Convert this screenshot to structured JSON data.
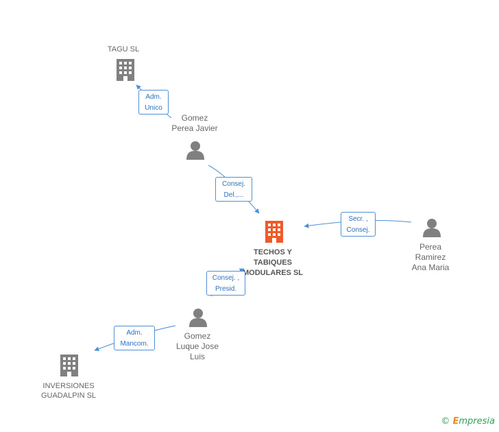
{
  "nodes": {
    "tagu": {
      "label": "TAGU SL"
    },
    "gomez_perea": {
      "label_line1": "Gomez",
      "label_line2": "Perea Javier"
    },
    "techos": {
      "label_line1": "TECHOS Y",
      "label_line2": "TABIQUES",
      "label_line3": "MODULARES SL"
    },
    "perea_ramirez": {
      "label_line1": "Perea",
      "label_line2": "Ramirez",
      "label_line3": "Ana Maria"
    },
    "gomez_luque": {
      "label_line1": "Gomez",
      "label_line2": "Luque Jose",
      "label_line3": "Luis"
    },
    "inversiones": {
      "label_line1": "INVERSIONES",
      "label_line2": "GUADALPIN SL"
    }
  },
  "relations": {
    "adm_unico": {
      "line1": "Adm.",
      "line2": "Unico"
    },
    "consej_del": {
      "line1": "Consej.",
      "line2": "Del.,..."
    },
    "secr_consej": {
      "line1": "Secr. ,",
      "line2": "Consej."
    },
    "consej_presid": {
      "line1": "Consej. ,",
      "line2": "Presid."
    },
    "adm_mancom": {
      "line1": "Adm.",
      "line2": "Mancom."
    }
  },
  "colors": {
    "edge": "#4f8fd6",
    "building_gray": "#808080",
    "building_main": "#f05a28",
    "person_gray": "#808080"
  },
  "footer": {
    "copyright": "©",
    "brand_first": "E",
    "brand_rest": "mpresia"
  }
}
